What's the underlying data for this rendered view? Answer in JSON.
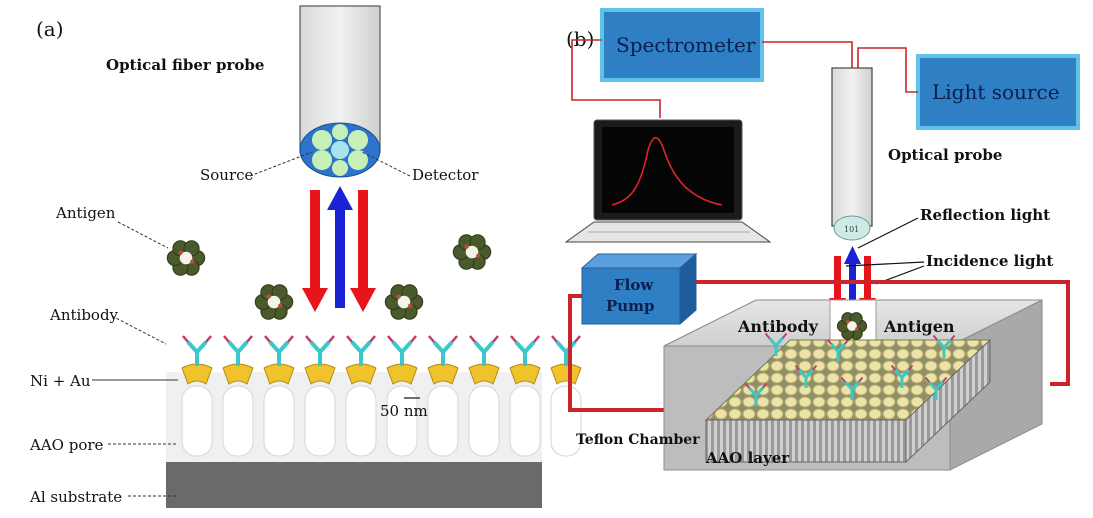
{
  "panel_a": {
    "tag": "(a)",
    "probe_label": "Optical fiber probe",
    "source_label": "Source",
    "detector_label": "Detector",
    "antigen_label": "Antigen",
    "antibody_label": "Antibody",
    "layer_1": "Ni + Au",
    "scale_label": "50 nm",
    "layer_2": "AAO pore",
    "layer_3": "Al substrate"
  },
  "panel_b": {
    "tag": "(b)",
    "spectrometer": "Spectrometer",
    "light_source": "Light source",
    "optical_probe": "Optical probe",
    "reflection_light": "Reflection light",
    "incidence_light": "Incidence light",
    "flow_pump_line1": "Flow",
    "flow_pump_line2": "Pump",
    "antibody": "Antibody",
    "antigen": "Antigen",
    "chamber": "Teflon Chamber",
    "aao_layer": "AAO layer"
  },
  "colors": {
    "incident": "#e8141b",
    "reflected": "#1a22d6",
    "box_fill": "#2f7fc4",
    "box_border": "#5fc3e8",
    "tubing": "#c8262c",
    "antibody_stem": "#3cc8c8",
    "antibody_arm": "#c03a6a",
    "ni_au": "#f0c22c",
    "antigen": "#4a5a2a"
  }
}
